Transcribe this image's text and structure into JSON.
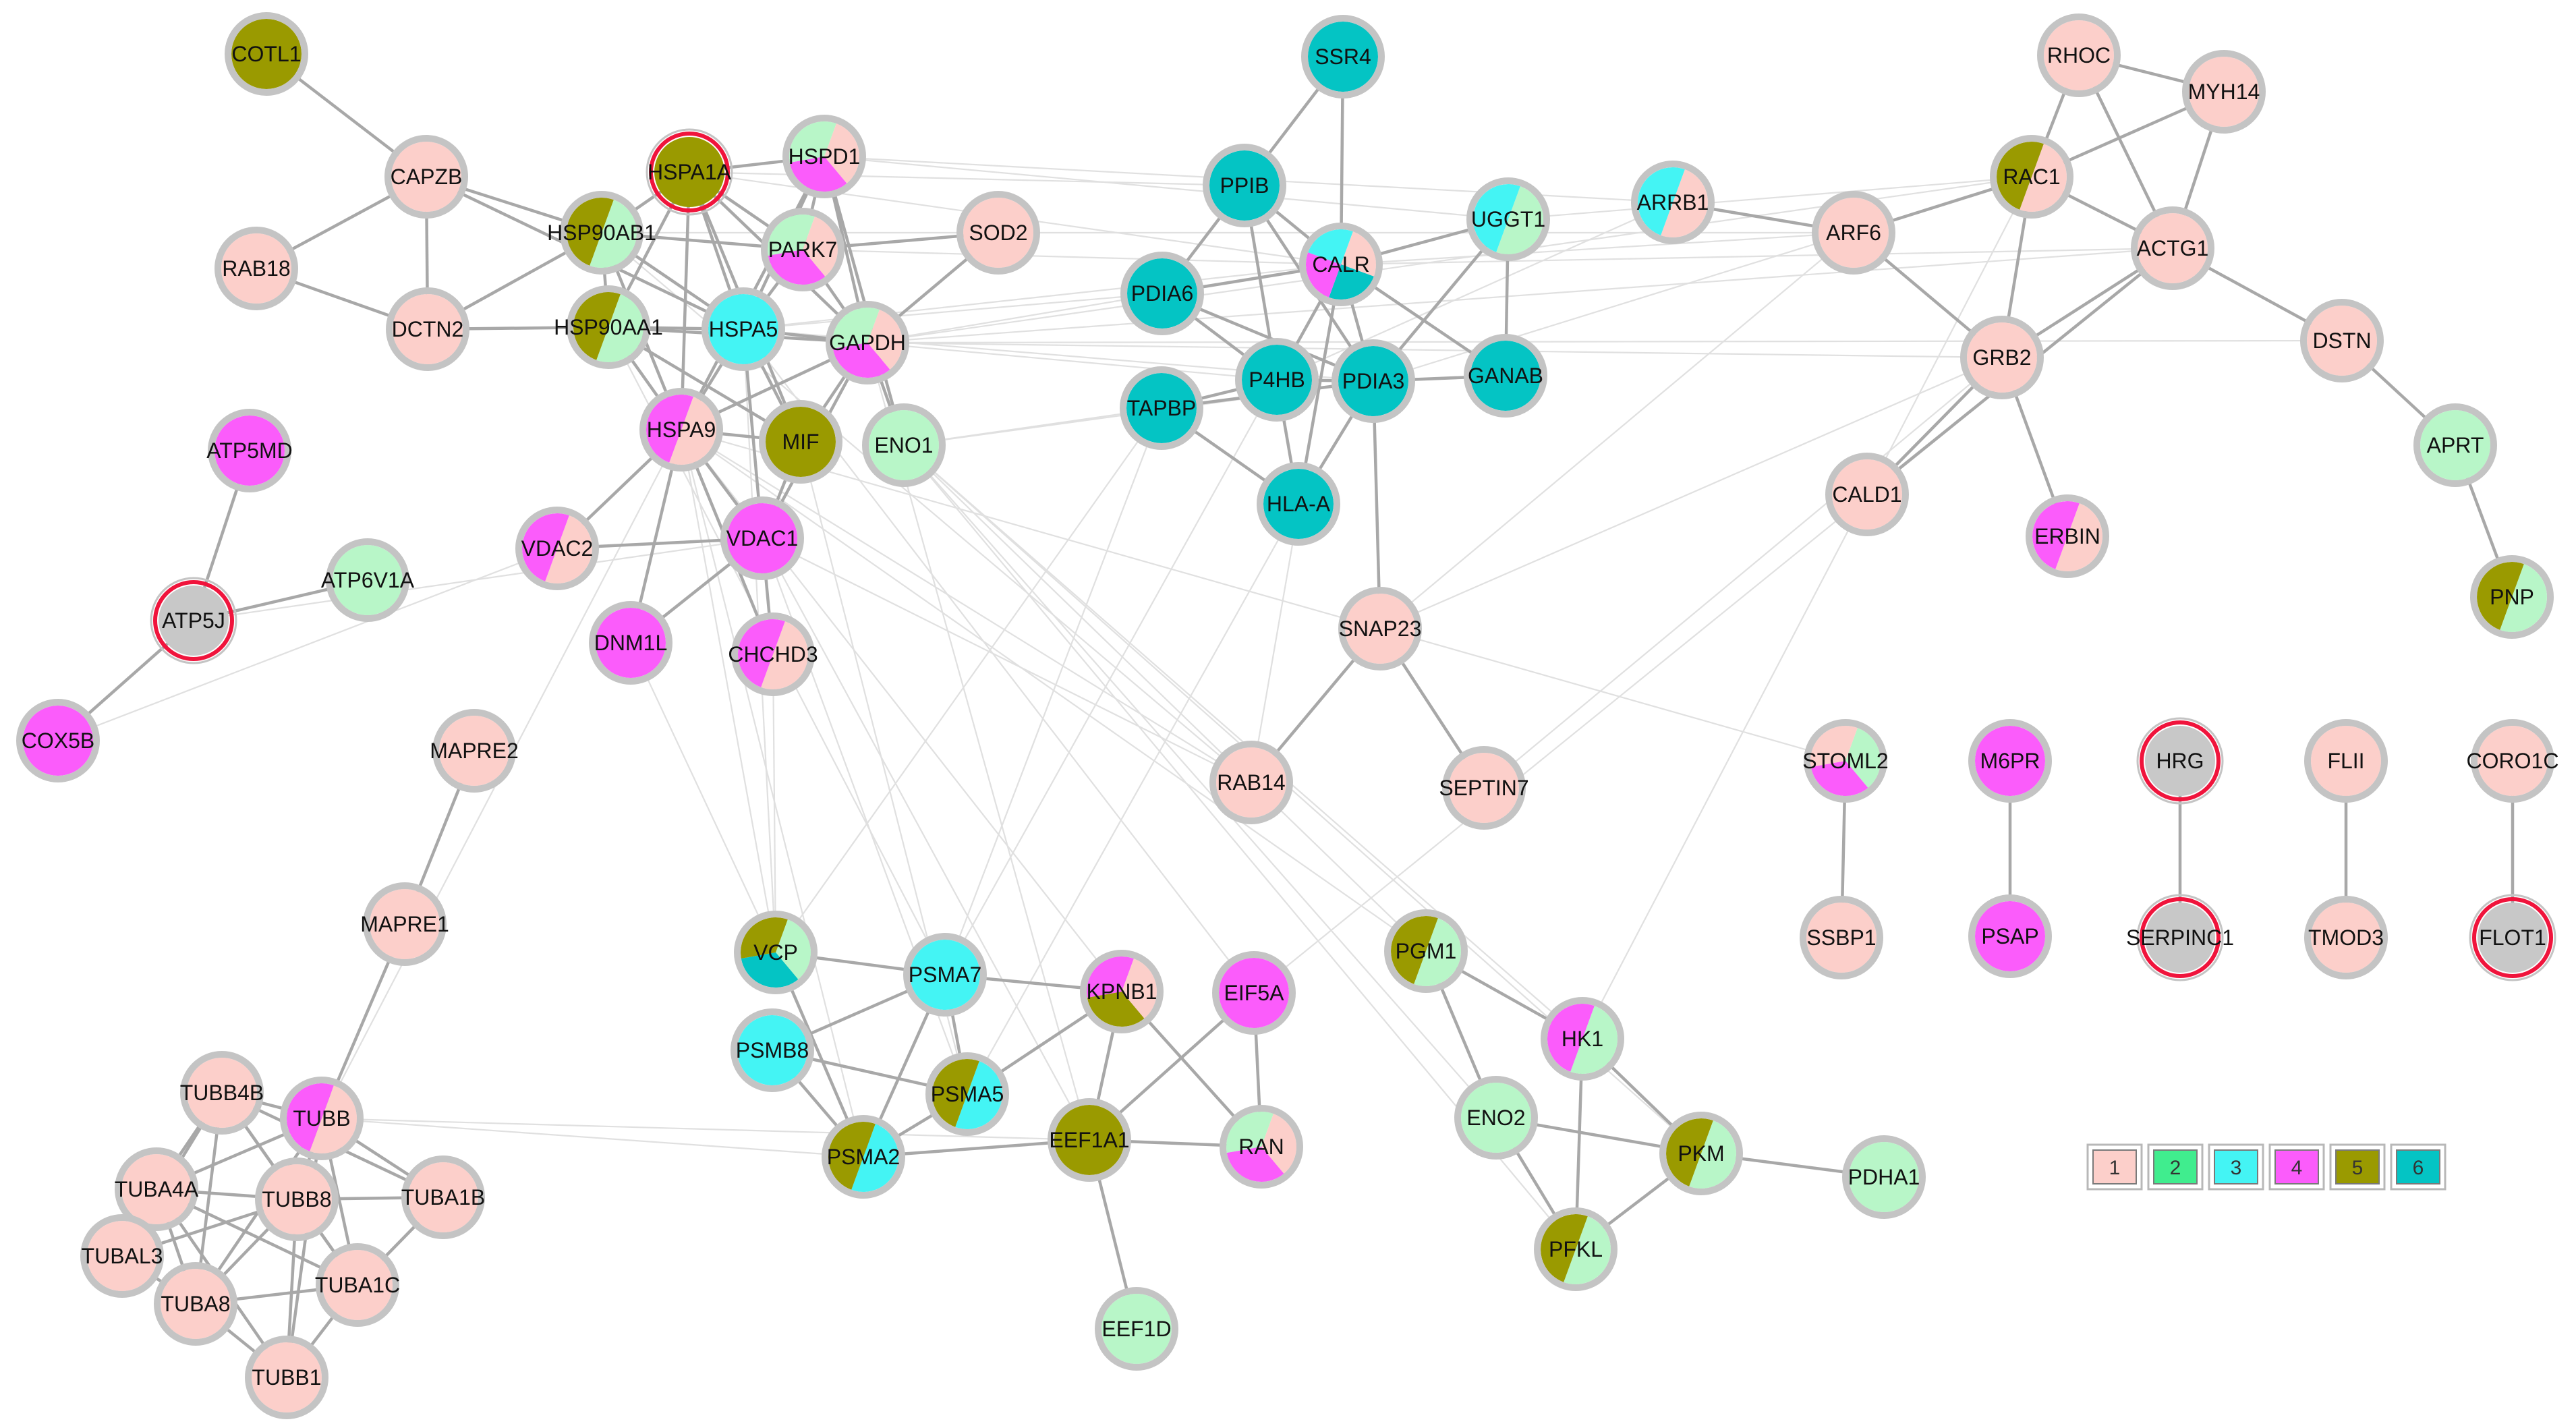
{
  "palette": {
    "1": "#fccfca",
    "2": "#40ed8e",
    "3": "#44f4f4",
    "4": "#fb5cfb",
    "5": "#9a9a00",
    "6": "#04c4c4",
    "light_green": "#b8f6c8",
    "gray": "#c8c8c8",
    "ring": "#c4c4c4",
    "ring_highlight": "#f0143c",
    "edge": "#a8a8a8",
    "edge_faint": "#e0e0e0"
  },
  "legend": [
    {
      "label": "1",
      "color": "#fccfca"
    },
    {
      "label": "2",
      "color": "#40ed8e"
    },
    {
      "label": "3",
      "color": "#44f4f4"
    },
    {
      "label": "4",
      "color": "#fb5cfb"
    },
    {
      "label": "5",
      "color": "#9a9a00"
    },
    {
      "label": "6",
      "color": "#04c4c4"
    }
  ],
  "nodes": [
    {
      "id": "COTL1",
      "colors": [
        "5"
      ]
    },
    {
      "id": "CAPZB",
      "colors": [
        "1"
      ]
    },
    {
      "id": "RAB18",
      "colors": [
        "1"
      ]
    },
    {
      "id": "DCTN2",
      "colors": [
        "1"
      ]
    },
    {
      "id": "HSPA1A",
      "colors": [
        "5"
      ],
      "highlight": true
    },
    {
      "id": "HSPD1",
      "colors": [
        "1",
        "4",
        "light_green"
      ]
    },
    {
      "id": "HSP90AB1",
      "colors": [
        "light_green",
        "5"
      ]
    },
    {
      "id": "PARK7",
      "colors": [
        "1",
        "4",
        "light_green"
      ]
    },
    {
      "id": "SOD2",
      "colors": [
        "1"
      ]
    },
    {
      "id": "HSP90AA1",
      "colors": [
        "light_green",
        "5"
      ]
    },
    {
      "id": "HSPA5",
      "colors": [
        "3"
      ]
    },
    {
      "id": "GAPDH",
      "colors": [
        "1",
        "4",
        "light_green"
      ]
    },
    {
      "id": "HSPA9",
      "colors": [
        "1",
        "4"
      ]
    },
    {
      "id": "MIF",
      "colors": [
        "5"
      ]
    },
    {
      "id": "ENO1",
      "colors": [
        "light_green"
      ]
    },
    {
      "id": "VDAC2",
      "colors": [
        "1",
        "4"
      ]
    },
    {
      "id": "VDAC1",
      "colors": [
        "4"
      ]
    },
    {
      "id": "DNM1L",
      "colors": [
        "4"
      ]
    },
    {
      "id": "CHCHD3",
      "colors": [
        "1",
        "4"
      ]
    },
    {
      "id": "ATP5MD",
      "colors": [
        "4"
      ]
    },
    {
      "id": "ATP6V1A",
      "colors": [
        "light_green"
      ]
    },
    {
      "id": "ATP5J",
      "colors": [
        "gray"
      ],
      "highlight": true
    },
    {
      "id": "COX5B",
      "colors": [
        "4"
      ]
    },
    {
      "id": "SSR4",
      "colors": [
        "6"
      ]
    },
    {
      "id": "PPIB",
      "colors": [
        "6"
      ]
    },
    {
      "id": "CALR",
      "colors": [
        "1",
        "6",
        "4",
        "3"
      ]
    },
    {
      "id": "UGGT1",
      "colors": [
        "light_green",
        "3"
      ]
    },
    {
      "id": "PDIA6",
      "colors": [
        "6"
      ]
    },
    {
      "id": "P4HB",
      "colors": [
        "6"
      ]
    },
    {
      "id": "PDIA3",
      "colors": [
        "6"
      ]
    },
    {
      "id": "GANAB",
      "colors": [
        "6"
      ]
    },
    {
      "id": "TAPBP",
      "colors": [
        "6"
      ]
    },
    {
      "id": "HLA-A",
      "colors": [
        "6"
      ]
    },
    {
      "id": "SNAP23",
      "colors": [
        "1"
      ]
    },
    {
      "id": "RAB14",
      "colors": [
        "1"
      ]
    },
    {
      "id": "SEPTIN7",
      "colors": [
        "1"
      ]
    },
    {
      "id": "ARRB1",
      "colors": [
        "1",
        "3"
      ]
    },
    {
      "id": "RHOC",
      "colors": [
        "1"
      ]
    },
    {
      "id": "MYH14",
      "colors": [
        "1"
      ]
    },
    {
      "id": "RAC1",
      "colors": [
        "1",
        "5"
      ]
    },
    {
      "id": "ARF6",
      "colors": [
        "1"
      ]
    },
    {
      "id": "ACTG1",
      "colors": [
        "1"
      ]
    },
    {
      "id": "GRB2",
      "colors": [
        "1"
      ]
    },
    {
      "id": "DSTN",
      "colors": [
        "1"
      ]
    },
    {
      "id": "APRT",
      "colors": [
        "light_green"
      ]
    },
    {
      "id": "CALD1",
      "colors": [
        "1"
      ]
    },
    {
      "id": "ERBIN",
      "colors": [
        "1",
        "4"
      ]
    },
    {
      "id": "PNP",
      "colors": [
        "light_green",
        "5"
      ]
    },
    {
      "id": "STOML2",
      "colors": [
        "light_green",
        "4",
        "1"
      ]
    },
    {
      "id": "SSBP1",
      "colors": [
        "1"
      ]
    },
    {
      "id": "M6PR",
      "colors": [
        "4"
      ]
    },
    {
      "id": "PSAP",
      "colors": [
        "4"
      ]
    },
    {
      "id": "HRG",
      "colors": [
        "gray"
      ],
      "highlight": true
    },
    {
      "id": "SERPINC1",
      "colors": [
        "gray"
      ],
      "highlight": true
    },
    {
      "id": "FLII",
      "colors": [
        "1"
      ]
    },
    {
      "id": "TMOD3",
      "colors": [
        "1"
      ]
    },
    {
      "id": "CORO1C",
      "colors": [
        "1"
      ]
    },
    {
      "id": "FLOT1",
      "colors": [
        "gray"
      ],
      "highlight": true
    },
    {
      "id": "MAPRE2",
      "colors": [
        "1"
      ]
    },
    {
      "id": "MAPRE1",
      "colors": [
        "1"
      ]
    },
    {
      "id": "TUBB4B",
      "colors": [
        "1"
      ]
    },
    {
      "id": "TUBB",
      "colors": [
        "1",
        "4"
      ]
    },
    {
      "id": "TUBA4A",
      "colors": [
        "1"
      ]
    },
    {
      "id": "TUBB8",
      "colors": [
        "1"
      ]
    },
    {
      "id": "TUBA1B",
      "colors": [
        "1"
      ]
    },
    {
      "id": "TUBAL3",
      "colors": [
        "1"
      ]
    },
    {
      "id": "TUBA8",
      "colors": [
        "1"
      ]
    },
    {
      "id": "TUBA1C",
      "colors": [
        "1"
      ]
    },
    {
      "id": "TUBB1",
      "colors": [
        "1"
      ]
    },
    {
      "id": "VCP",
      "colors": [
        "light_green",
        "6",
        "5"
      ]
    },
    {
      "id": "PSMA7",
      "colors": [
        "3"
      ]
    },
    {
      "id": "KPNB1",
      "colors": [
        "1",
        "5",
        "4"
      ]
    },
    {
      "id": "EIF5A",
      "colors": [
        "4"
      ]
    },
    {
      "id": "PSMB8",
      "colors": [
        "3"
      ]
    },
    {
      "id": "PSMA5",
      "colors": [
        "3",
        "5"
      ]
    },
    {
      "id": "PSMA2",
      "colors": [
        "3",
        "5"
      ]
    },
    {
      "id": "EEF1A1",
      "colors": [
        "5"
      ]
    },
    {
      "id": "RAN",
      "colors": [
        "1",
        "4",
        "light_green"
      ]
    },
    {
      "id": "EEF1D",
      "colors": [
        "light_green"
      ]
    },
    {
      "id": "PGM1",
      "colors": [
        "light_green",
        "5"
      ]
    },
    {
      "id": "HK1",
      "colors": [
        "light_green",
        "4"
      ]
    },
    {
      "id": "ENO2",
      "colors": [
        "light_green"
      ]
    },
    {
      "id": "PKM",
      "colors": [
        "light_green",
        "5"
      ]
    },
    {
      "id": "PDHA1",
      "colors": [
        "light_green"
      ]
    },
    {
      "id": "PFKL",
      "colors": [
        "light_green",
        "5"
      ]
    }
  ],
  "edges": [
    [
      "COTL1",
      "CAPZB"
    ],
    [
      "CAPZB",
      "RAB18"
    ],
    [
      "CAPZB",
      "DCTN2"
    ],
    [
      "RAB18",
      "DCTN2"
    ],
    [
      "CAPZB",
      "HSP90AB1"
    ],
    [
      "CAPZB",
      "HSPA5"
    ],
    [
      "DCTN2",
      "HSP90AB1"
    ],
    [
      "DCTN2",
      "HSP90AA1"
    ],
    [
      "HSPA1A",
      "HSPD1"
    ],
    [
      "HSPA1A",
      "HSP90AB1"
    ],
    [
      "HSPA1A",
      "PARK7"
    ],
    [
      "HSPA1A",
      "HSP90AA1"
    ],
    [
      "HSPA1A",
      "HSPA5"
    ],
    [
      "HSPA1A",
      "GAPDH"
    ],
    [
      "HSPA1A",
      "HSPA9"
    ],
    [
      "HSPA1A",
      "MIF"
    ],
    [
      "HSPD1",
      "PARK7"
    ],
    [
      "HSPD1",
      "GAPDH"
    ],
    [
      "HSPD1",
      "HSPA5"
    ],
    [
      "HSPD1",
      "HSPA9"
    ],
    [
      "HSPD1",
      "ENO1"
    ],
    [
      "HSP90AB1",
      "HSP90AA1"
    ],
    [
      "HSP90AB1",
      "HSPA5"
    ],
    [
      "HSP90AB1",
      "PARK7"
    ],
    [
      "HSP90AB1",
      "HSPA9"
    ],
    [
      "PARK7",
      "SOD2"
    ],
    [
      "PARK7",
      "GAPDH"
    ],
    [
      "PARK7",
      "HSPA5"
    ],
    [
      "SOD2",
      "GAPDH"
    ],
    [
      "HSP90AA1",
      "HSPA5"
    ],
    [
      "HSP90AA1",
      "GAPDH"
    ],
    [
      "HSP90AA1",
      "HSPA9"
    ],
    [
      "HSP90AA1",
      "MIF"
    ],
    [
      "HSPA5",
      "GAPDH"
    ],
    [
      "HSPA5",
      "HSPA9"
    ],
    [
      "HSPA5",
      "MIF"
    ],
    [
      "HSPA5",
      "VDAC1"
    ],
    [
      "GAPDH",
      "MIF"
    ],
    [
      "GAPDH",
      "ENO1"
    ],
    [
      "GAPDH",
      "VDAC1"
    ],
    [
      "GAPDH",
      "HSPA9"
    ],
    [
      "HSPA9",
      "VDAC1"
    ],
    [
      "HSPA9",
      "VDAC2"
    ],
    [
      "HSPA9",
      "DNM1L"
    ],
    [
      "HSPA9",
      "CHCHD3"
    ],
    [
      "HSPA9",
      "MIF"
    ],
    [
      "VDAC2",
      "VDAC1"
    ],
    [
      "VDAC1",
      "DNM1L"
    ],
    [
      "VDAC1",
      "CHCHD3"
    ],
    [
      "MIF",
      "VDAC1"
    ],
    [
      "ATP5MD",
      "ATP5J"
    ],
    [
      "ATP5J",
      "ATP6V1A"
    ],
    [
      "ATP5J",
      "COX5B"
    ],
    [
      "SSR4",
      "PPIB"
    ],
    [
      "SSR4",
      "CALR"
    ],
    [
      "PPIB",
      "CALR"
    ],
    [
      "PPIB",
      "PDIA6"
    ],
    [
      "PPIB",
      "P4HB"
    ],
    [
      "PPIB",
      "PDIA3"
    ],
    [
      "CALR",
      "UGGT1"
    ],
    [
      "CALR",
      "PDIA6"
    ],
    [
      "CALR",
      "P4HB"
    ],
    [
      "CALR",
      "PDIA3"
    ],
    [
      "CALR",
      "GANAB"
    ],
    [
      "CALR",
      "HLA-A"
    ],
    [
      "UGGT1",
      "GANAB"
    ],
    [
      "UGGT1",
      "PDIA3"
    ],
    [
      "PDIA6",
      "P4HB"
    ],
    [
      "PDIA6",
      "PDIA3"
    ],
    [
      "P4HB",
      "PDIA3"
    ],
    [
      "P4HB",
      "TAPBP"
    ],
    [
      "P4HB",
      "HLA-A"
    ],
    [
      "PDIA3",
      "GANAB"
    ],
    [
      "PDIA3",
      "TAPBP"
    ],
    [
      "PDIA3",
      "HLA-A"
    ],
    [
      "PDIA3",
      "SNAP23"
    ],
    [
      "TAPBP",
      "HLA-A"
    ],
    [
      "SNAP23",
      "RAB14"
    ],
    [
      "SNAP23",
      "SEPTIN7"
    ],
    [
      "RHOC",
      "MYH14"
    ],
    [
      "RHOC",
      "RAC1"
    ],
    [
      "RHOC",
      "ACTG1"
    ],
    [
      "MYH14",
      "RAC1"
    ],
    [
      "MYH14",
      "ACTG1"
    ],
    [
      "RAC1",
      "ARF6"
    ],
    [
      "RAC1",
      "ACTG1"
    ],
    [
      "RAC1",
      "GRB2"
    ],
    [
      "ARRB1",
      "ARF6"
    ],
    [
      "ARF6",
      "GRB2"
    ],
    [
      "ACTG1",
      "GRB2"
    ],
    [
      "ACTG1",
      "DSTN"
    ],
    [
      "ACTG1",
      "CALD1"
    ],
    [
      "GRB2",
      "CALD1"
    ],
    [
      "GRB2",
      "ERBIN"
    ],
    [
      "DSTN",
      "APRT"
    ],
    [
      "APRT",
      "PNP"
    ],
    [
      "STOML2",
      "SSBP1"
    ],
    [
      "M6PR",
      "PSAP"
    ],
    [
      "HRG",
      "SERPINC1"
    ],
    [
      "FLII",
      "TMOD3"
    ],
    [
      "CORO1C",
      "FLOT1"
    ],
    [
      "MAPRE2",
      "MAPRE1"
    ],
    [
      "MAPRE1",
      "TUBB"
    ],
    [
      "TUBB4B",
      "TUBB"
    ],
    [
      "TUBB4B",
      "TUBA4A"
    ],
    [
      "TUBB4B",
      "TUBB8"
    ],
    [
      "TUBB4B",
      "TUBA1B"
    ],
    [
      "TUBB4B",
      "TUBAL3"
    ],
    [
      "TUBB4B",
      "TUBA8"
    ],
    [
      "TUBB4B",
      "TUBA1C"
    ],
    [
      "TUBB",
      "TUBA4A"
    ],
    [
      "TUBB",
      "TUBB8"
    ],
    [
      "TUBB",
      "TUBA1B"
    ],
    [
      "TUBB",
      "TUBA8"
    ],
    [
      "TUBB",
      "TUBA1C"
    ],
    [
      "TUBB",
      "TUBB1"
    ],
    [
      "TUBA4A",
      "TUBB8"
    ],
    [
      "TUBA4A",
      "TUBAL3"
    ],
    [
      "TUBA4A",
      "TUBA8"
    ],
    [
      "TUBA4A",
      "TUBA1C"
    ],
    [
      "TUBA4A",
      "TUBB1"
    ],
    [
      "TUBB8",
      "TUBA1B"
    ],
    [
      "TUBB8",
      "TUBAL3"
    ],
    [
      "TUBB8",
      "TUBA8"
    ],
    [
      "TUBB8",
      "TUBA1C"
    ],
    [
      "TUBB8",
      "TUBB1"
    ],
    [
      "TUBA1B",
      "TUBA1C"
    ],
    [
      "TUBAL3",
      "TUBA8"
    ],
    [
      "TUBA8",
      "TUBA1C"
    ],
    [
      "TUBA8",
      "TUBB1"
    ],
    [
      "TUBA1C",
      "TUBB1"
    ],
    [
      "VCP",
      "PSMA7"
    ],
    [
      "VCP",
      "PSMA2"
    ],
    [
      "PSMA7",
      "KPNB1"
    ],
    [
      "PSMA7",
      "PSMB8"
    ],
    [
      "PSMA7",
      "PSMA5"
    ],
    [
      "PSMA7",
      "PSMA2"
    ],
    [
      "KPNB1",
      "EEF1A1"
    ],
    [
      "KPNB1",
      "RAN"
    ],
    [
      "KPNB1",
      "PSMA5"
    ],
    [
      "EIF5A",
      "EEF1A1"
    ],
    [
      "EIF5A",
      "RAN"
    ],
    [
      "PSMB8",
      "PSMA5"
    ],
    [
      "PSMB8",
      "PSMA2"
    ],
    [
      "PSMA5",
      "PSMA2"
    ],
    [
      "PSMA2",
      "EEF1A1"
    ],
    [
      "EEF1A1",
      "RAN"
    ],
    [
      "EEF1A1",
      "EEF1D"
    ],
    [
      "PGM1",
      "HK1"
    ],
    [
      "PGM1",
      "ENO2"
    ],
    [
      "HK1",
      "PKM"
    ],
    [
      "HK1",
      "PFKL"
    ],
    [
      "ENO2",
      "PKM"
    ],
    [
      "ENO2",
      "PFKL"
    ],
    [
      "PKM",
      "PFKL"
    ],
    [
      "PKM",
      "PDHA1"
    ]
  ],
  "faint_edges": [
    [
      "HSPA1A",
      "CALR"
    ],
    [
      "HSPA1A",
      "PPIB"
    ],
    [
      "HSPD1",
      "ARRB1"
    ],
    [
      "HSPD1",
      "UGGT1"
    ],
    [
      "HSP90AB1",
      "ARF6"
    ],
    [
      "PARK7",
      "CALR"
    ],
    [
      "GAPDH",
      "PDIA6"
    ],
    [
      "GAPDH",
      "P4HB"
    ],
    [
      "GAPDH",
      "RAC1"
    ],
    [
      "GAPDH",
      "ACTG1"
    ],
    [
      "GAPDH",
      "DSTN"
    ],
    [
      "GAPDH",
      "GRB2"
    ],
    [
      "HSPA5",
      "CALR"
    ],
    [
      "HSPA5",
      "PDIA3"
    ],
    [
      "HSPA5",
      "PDIA6"
    ],
    [
      "HSPA5",
      "VCP"
    ],
    [
      "HSP90AA1",
      "PSMA7"
    ],
    [
      "HSPA9",
      "PSMA2"
    ],
    [
      "HSPA9",
      "VCP"
    ],
    [
      "HSPA9",
      "KPNB1"
    ],
    [
      "ENO1",
      "PKM"
    ],
    [
      "ENO1",
      "PFKL"
    ],
    [
      "ENO1",
      "HK1"
    ],
    [
      "ENO1",
      "ENO2"
    ],
    [
      "ENO1",
      "PGM1"
    ],
    [
      "ENO1",
      "PDIA3"
    ],
    [
      "VDAC1",
      "RAB14"
    ],
    [
      "VDAC1",
      "PSMA5"
    ],
    [
      "DNM1L",
      "VCP"
    ],
    [
      "CHCHD3",
      "VCP"
    ],
    [
      "ATP5J",
      "VDAC1"
    ],
    [
      "COX5B",
      "VDAC2"
    ],
    [
      "TUBB",
      "PSMA2"
    ],
    [
      "TUBB",
      "EEF1A1"
    ],
    [
      "TUBB",
      "HSPA9"
    ],
    [
      "TAPBP",
      "VCP"
    ],
    [
      "TAPBP",
      "PSMA7"
    ],
    [
      "HLA-A",
      "PSMA5"
    ],
    [
      "CALR",
      "RAB14"
    ],
    [
      "P4HB",
      "PSMA7"
    ],
    [
      "SNAP23",
      "RAB14"
    ],
    [
      "SNAP23",
      "GRB2"
    ],
    [
      "CALR",
      "ACTG1"
    ],
    [
      "UGGT1",
      "RAC1"
    ],
    [
      "PDIA3",
      "RAC1"
    ],
    [
      "ARRB1",
      "P4HB"
    ],
    [
      "CALR",
      "ARF6"
    ],
    [
      "CALD1",
      "HK1"
    ],
    [
      "GRB2",
      "SEPTIN7"
    ],
    [
      "ACTG1",
      "EIF5A"
    ],
    [
      "RAC1",
      "CALD1"
    ],
    [
      "ARF6",
      "SNAP23"
    ],
    [
      "HSPA9",
      "RAB14"
    ],
    [
      "MIF",
      "PSMA5"
    ],
    [
      "GAPDH",
      "EEF1A1"
    ],
    [
      "STOML2",
      "HSPA9"
    ],
    [
      "ENO1",
      "TAPBP"
    ],
    [
      "VDAC1",
      "EEF1A1"
    ],
    [
      "HSPA5",
      "EIF5A"
    ],
    [
      "PGM1",
      "HSPA9"
    ],
    [
      "HSP90AB1",
      "RAB14"
    ]
  ]
}
